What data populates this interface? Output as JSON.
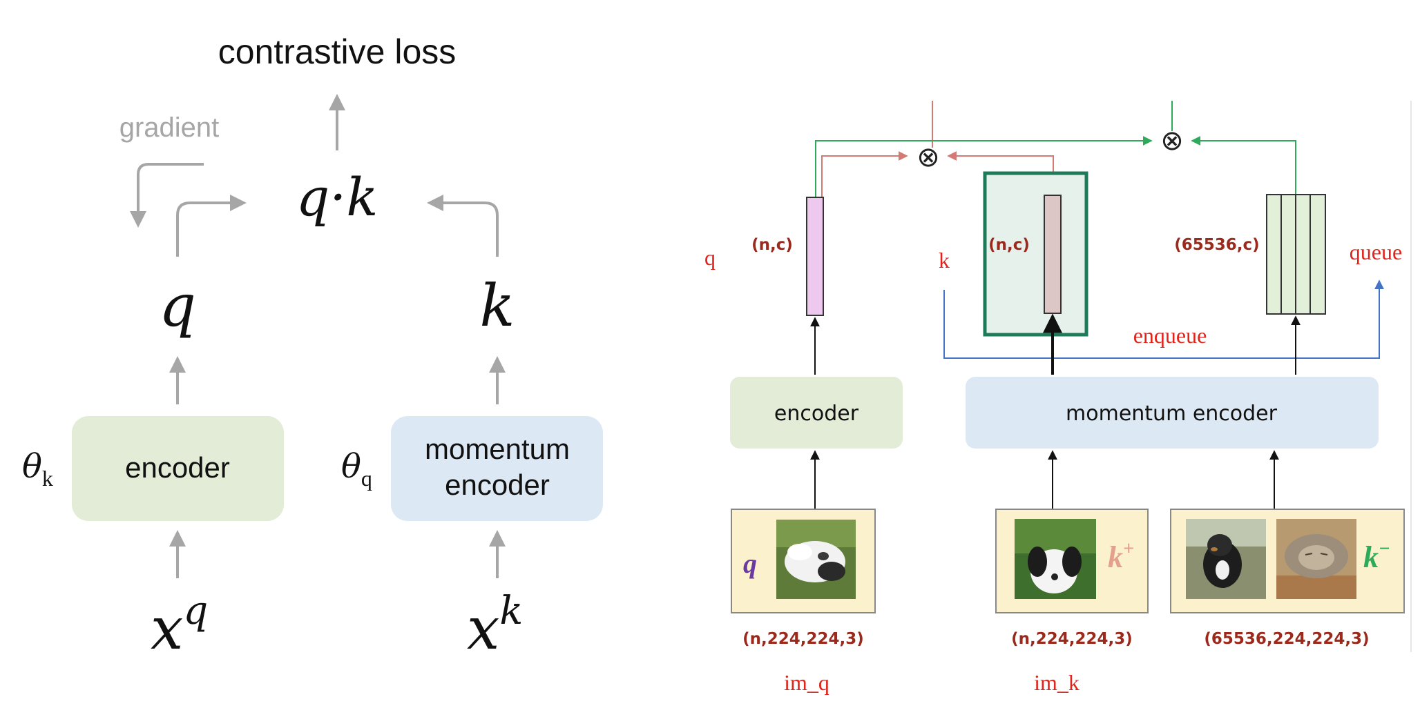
{
  "left": {
    "title": "contrastive loss",
    "gradient_label": "gradient",
    "qk_label": "q·k",
    "q_label": "q",
    "k_label": "k",
    "theta_k": {
      "base": "θ",
      "sub": "k"
    },
    "theta_q": {
      "base": "θ",
      "sub": "q"
    },
    "encoder_label": "encoder",
    "momentum_encoder_label": [
      "momentum",
      "encoder"
    ],
    "xq": {
      "base": "x",
      "sup": "q"
    },
    "xk": {
      "base": "x",
      "sup": "k"
    }
  },
  "right": {
    "q_side_label": "q",
    "k_side_label": "k",
    "queue_label": "queue",
    "enqueue_label": "enqueue",
    "q_shape": "(n,c)",
    "k_shape": "(n,c)",
    "queue_shape": "(65536,c)",
    "encoder_label": "encoder",
    "momentum_encoder_label": "momentum encoder",
    "q_tag": "q",
    "kplus_tag": {
      "base": "k",
      "sup": "+"
    },
    "kminus_tag": {
      "base": "k",
      "sup": "−"
    },
    "imq_shape": "(n,224,224,3)",
    "imk_shape": "(n,224,224,3)",
    "neg_shape": "(65536,224,224,3)",
    "im_q_label": "im_q",
    "im_k_label": "im_k",
    "multiply_symbol": "⊗"
  },
  "colors": {
    "gray_arrow": "#a6a6a6",
    "encoder_green": "#e2ecd6",
    "momentum_blue": "#dce8f4",
    "red_text": "#e0241b",
    "dark_red": "#9b2a1d",
    "green_line": "#2daa5a",
    "salmon_line": "#d47a74",
    "blue_line": "#4472c4",
    "box_teal": "#1f7a5a",
    "image_panel": "#fbf2cd",
    "q_vector": "#efc8ef",
    "k_vector": "#dcc7c6",
    "queue_fill": "#e2efd9"
  }
}
